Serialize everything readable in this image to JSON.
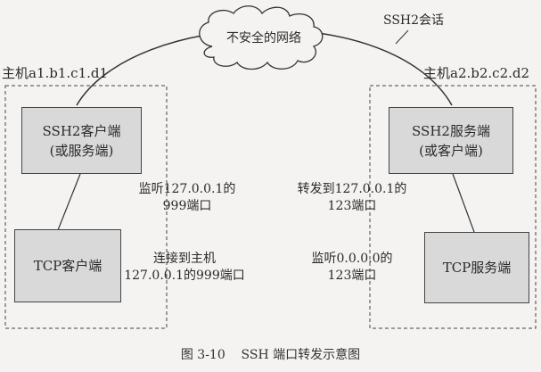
{
  "cloud": {
    "label": "不安全的网络"
  },
  "session": {
    "label": "SSH2会话"
  },
  "left_host": {
    "name": "主机a1.b1.c1.d1",
    "ssh_box": {
      "line1": "SSH2客户端",
      "line2": "(或服务端)"
    },
    "tcp_box": {
      "label": "TCP客户端"
    },
    "note_top": {
      "line1": "监听127.0.0.1的",
      "line2": "999端口"
    },
    "note_bottom": {
      "line1": "连接到主机",
      "line2": "127.0.0.1的999端口"
    }
  },
  "right_host": {
    "name": "主机a2.b2.c2.d2",
    "ssh_box": {
      "line1": "SSH2服务端",
      "line2": "(或客户端)"
    },
    "tcp_box": {
      "label": "TCP服务端"
    },
    "note_top": {
      "line1": "转发到127.0.0.1的",
      "line2": "123端口"
    },
    "note_bottom": {
      "line1": "监听0.0.0.0的",
      "line2": "123端口"
    }
  },
  "caption": "图 3-10    SSH 端口转发示意图"
}
